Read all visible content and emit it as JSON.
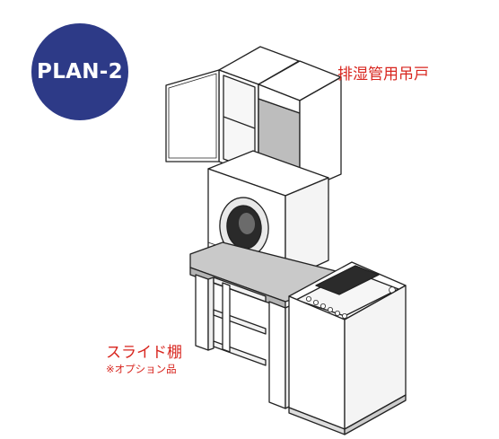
{
  "badge": {
    "text": "PLAN-2",
    "color": "#2d3a87"
  },
  "labels": {
    "cabinet": "排湿管用吊戸",
    "shelf": "スライド棚",
    "option_note": "※オプション品"
  },
  "colors": {
    "label": "#d8261f",
    "outline": "#222222",
    "grey_door": "#bdbdbd",
    "counter": "#c9c9c9"
  }
}
